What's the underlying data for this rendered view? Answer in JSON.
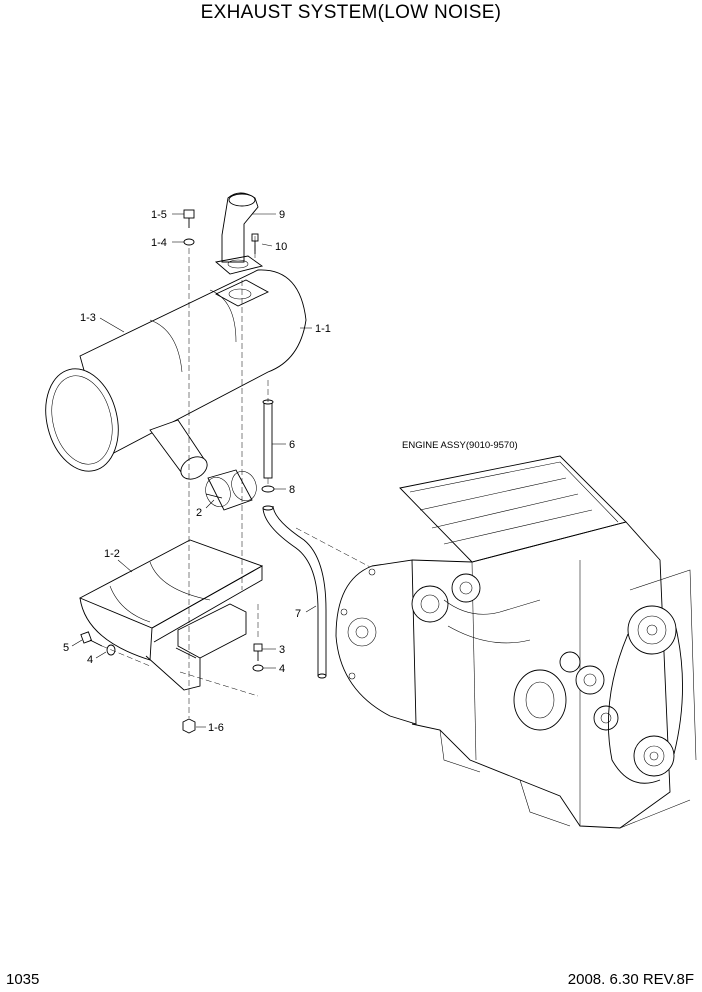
{
  "header": {
    "title": "EXHAUST SYSTEM(LOW NOISE)"
  },
  "footer": {
    "page_number": "1035",
    "revision": "2008. 6.30  REV.8F"
  },
  "engine_label": "ENGINE ASSY(9010-9570)",
  "callouts": [
    "1-5",
    "1-4",
    "9",
    "10",
    "1-3",
    "1-1",
    "6",
    "8",
    "2",
    "1-2",
    "7",
    "5",
    "4",
    "3",
    "4",
    "1-6"
  ]
}
